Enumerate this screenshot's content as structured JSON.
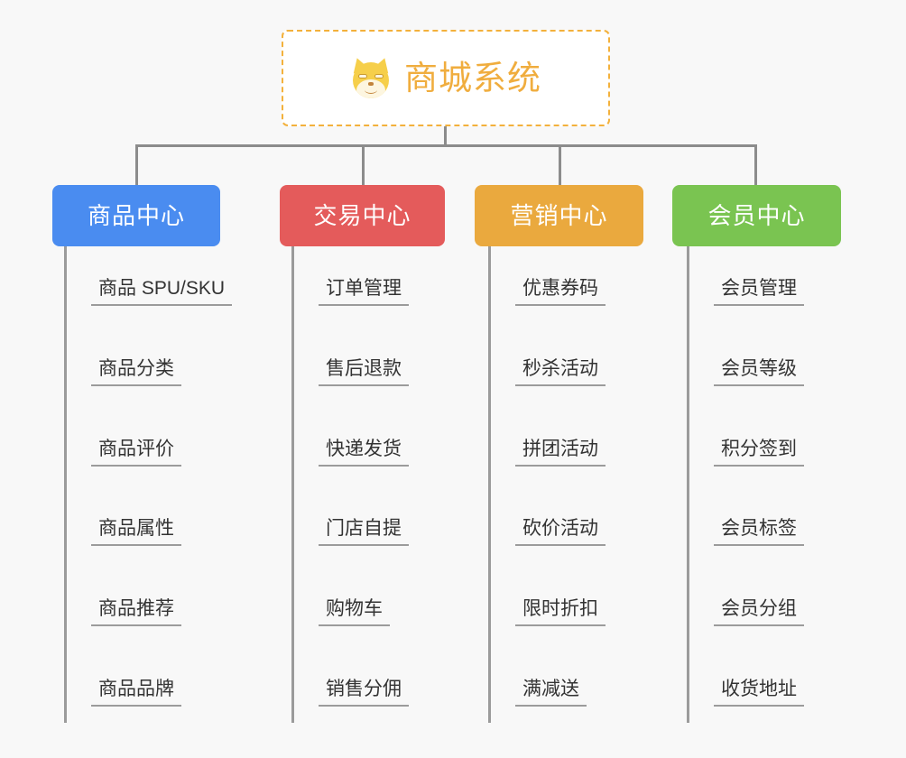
{
  "diagram": {
    "background_color": "#f8f8f8",
    "root": {
      "title": "商城系统",
      "icon": "shiba-dog-face-icon",
      "border_color": "#f3b13c",
      "text_color": "#f0ad3e",
      "fill_color": "#ffffff"
    },
    "connector_color": "#8c8c8c",
    "categories": [
      {
        "label": "商品中心",
        "color": "#4a8cf0",
        "items": [
          "商品 SPU/SKU",
          "商品分类",
          "商品评价",
          "商品属性",
          "商品推荐",
          "商品品牌"
        ]
      },
      {
        "label": "交易中心",
        "color": "#e45b5b",
        "items": [
          "订单管理",
          "售后退款",
          "快递发货",
          "门店自提",
          "购物车",
          "销售分佣"
        ]
      },
      {
        "label": "营销中心",
        "color": "#eaa93e",
        "items": [
          "优惠券码",
          "秒杀活动",
          "拼团活动",
          "砍价活动",
          "限时折扣",
          "满减送"
        ]
      },
      {
        "label": "会员中心",
        "color": "#7ac451",
        "items": [
          "会员管理",
          "会员等级",
          "积分签到",
          "会员标签",
          "会员分组",
          "收货地址"
        ]
      }
    ]
  }
}
